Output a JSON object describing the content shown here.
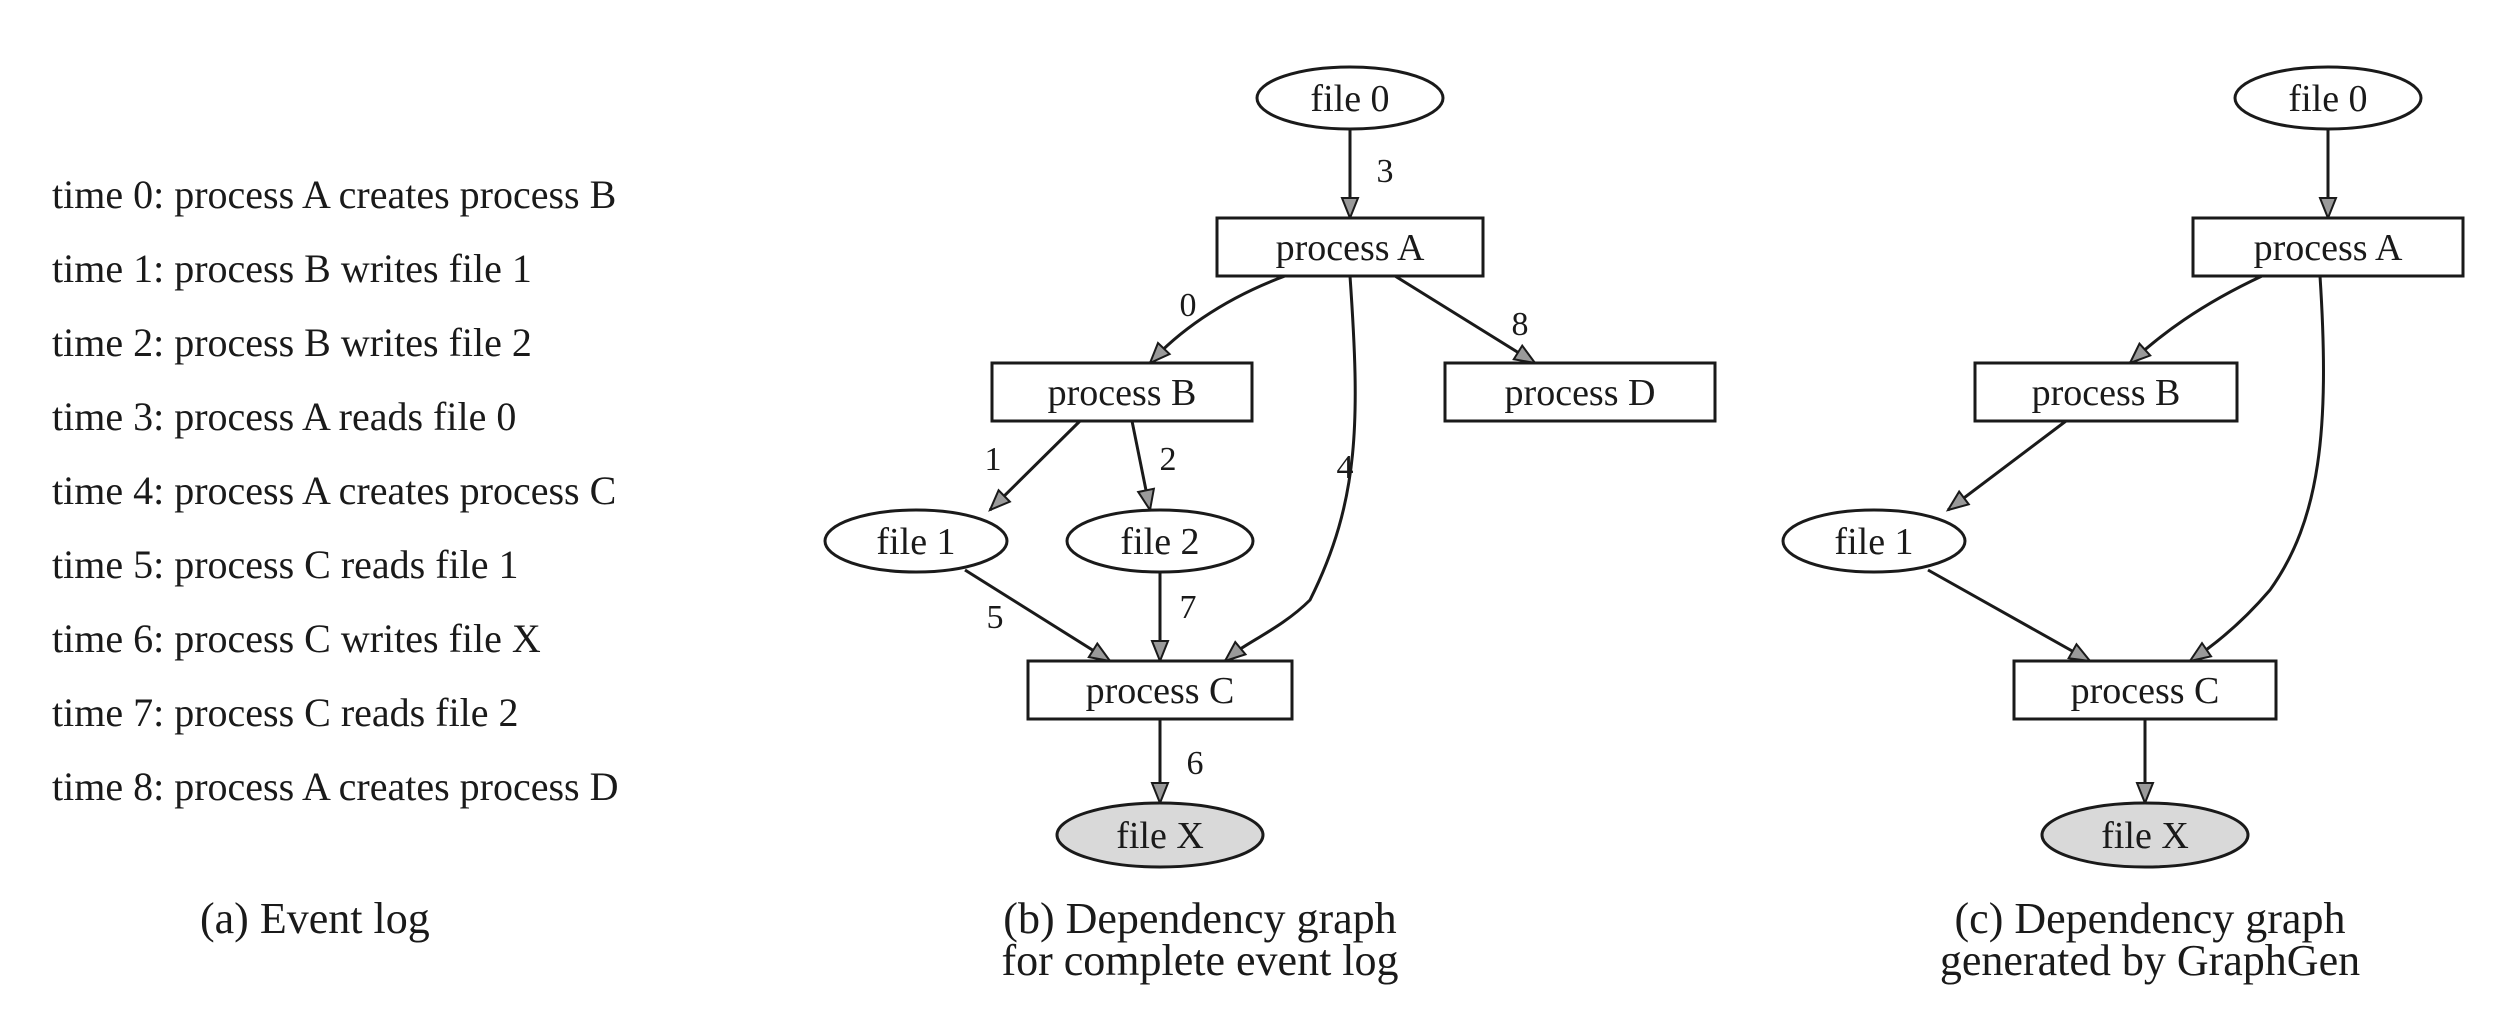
{
  "event_log": {
    "lines": [
      "time 0: process A creates process B",
      "time 1: process B writes file 1",
      "time 2: process B writes file 2",
      "time 3: process A reads file 0",
      "time 4: process A creates process C",
      "time 5: process C reads file 1",
      "time 6: process C writes file X",
      "time 7: process C reads file 2",
      "time 8: process A creates process D"
    ],
    "caption": "(a) Event log"
  },
  "graph_b": {
    "caption_line1": "(b) Dependency graph",
    "caption_line2": "for complete event log",
    "nodes": [
      {
        "id": "file0",
        "label": "file 0",
        "shape": "ellipse"
      },
      {
        "id": "procA",
        "label": "process A",
        "shape": "box"
      },
      {
        "id": "procB",
        "label": "process B",
        "shape": "box"
      },
      {
        "id": "procD",
        "label": "process D",
        "shape": "box"
      },
      {
        "id": "file1",
        "label": "file 1",
        "shape": "ellipse"
      },
      {
        "id": "file2",
        "label": "file 2",
        "shape": "ellipse"
      },
      {
        "id": "procC",
        "label": "process C",
        "shape": "box"
      },
      {
        "id": "fileX",
        "label": "file X",
        "shape": "ellipse",
        "shaded": true
      }
    ],
    "edges": [
      {
        "from": "file0",
        "to": "procA",
        "label": "3"
      },
      {
        "from": "procA",
        "to": "procB",
        "label": "0"
      },
      {
        "from": "procA",
        "to": "procC",
        "label": "4"
      },
      {
        "from": "procA",
        "to": "procD",
        "label": "8"
      },
      {
        "from": "procB",
        "to": "file1",
        "label": "1"
      },
      {
        "from": "procB",
        "to": "file2",
        "label": "2"
      },
      {
        "from": "file1",
        "to": "procC",
        "label": "5"
      },
      {
        "from": "file2",
        "to": "procC",
        "label": "7"
      },
      {
        "from": "procC",
        "to": "fileX",
        "label": "6"
      }
    ]
  },
  "graph_c": {
    "caption_line1": "(c) Dependency graph",
    "caption_line2": "generated by GraphGen",
    "nodes": [
      {
        "id": "file0",
        "label": "file 0",
        "shape": "ellipse"
      },
      {
        "id": "procA",
        "label": "process A",
        "shape": "box"
      },
      {
        "id": "procB",
        "label": "process B",
        "shape": "box"
      },
      {
        "id": "file1",
        "label": "file 1",
        "shape": "ellipse"
      },
      {
        "id": "procC",
        "label": "process C",
        "shape": "box"
      },
      {
        "id": "fileX",
        "label": "file X",
        "shape": "ellipse",
        "shaded": true
      }
    ],
    "edges": [
      {
        "from": "file0",
        "to": "procA",
        "label": ""
      },
      {
        "from": "procA",
        "to": "procB",
        "label": ""
      },
      {
        "from": "procA",
        "to": "procC",
        "label": ""
      },
      {
        "from": "procB",
        "to": "file1",
        "label": ""
      },
      {
        "from": "file1",
        "to": "procC",
        "label": ""
      },
      {
        "from": "procC",
        "to": "fileX",
        "label": ""
      }
    ]
  }
}
